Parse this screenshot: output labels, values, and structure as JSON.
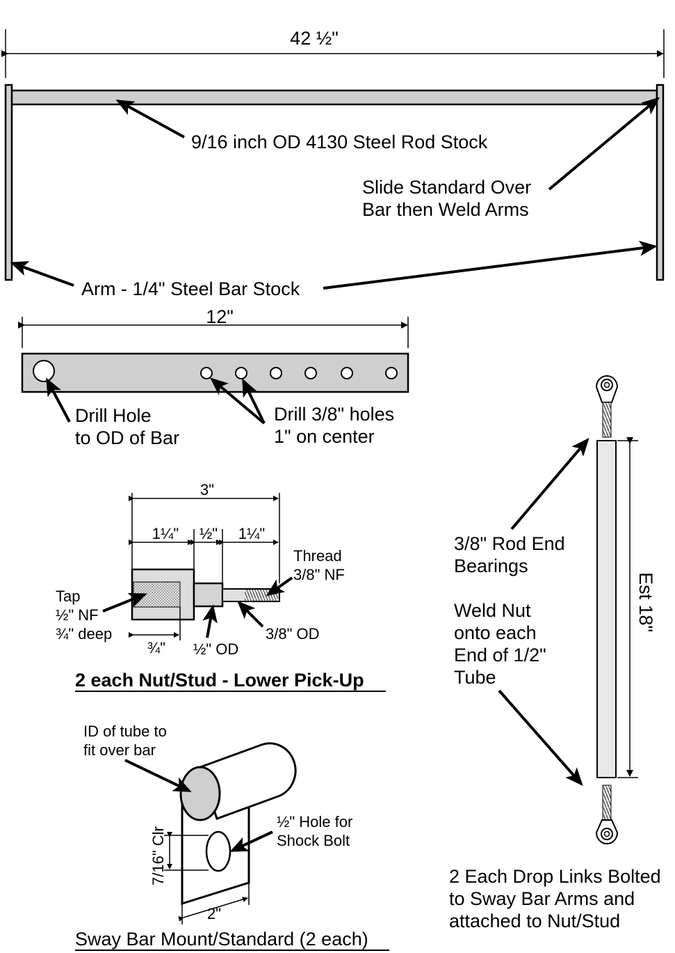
{
  "sway_bar": {
    "overall_length": "42 ½\"",
    "rod_label": "9/16 inch OD 4130 Steel Rod Stock",
    "slide_note_line1": "Slide Standard Over",
    "slide_note_line2": "Bar then Weld Arms",
    "arm_label": "Arm - 1/4\" Steel Bar Stock"
  },
  "arm": {
    "length": "12\"",
    "drill_hole_line1": "Drill Hole",
    "drill_hole_line2": "to OD of Bar",
    "holes_line1": "Drill 3/8\" holes",
    "holes_line2": "1\" on center"
  },
  "nut_stud": {
    "overall": "3\"",
    "seg1": "1¼\"",
    "seg2": "½\"",
    "seg3": "1¼\"",
    "thread_line1": "Thread",
    "thread_line2": "3/8\" NF",
    "tap_line1": "Tap",
    "tap_line2": "½\" NF",
    "tap_line3": "¾\" deep",
    "depth": "¾\"",
    "mid_od": "½\" OD",
    "stud_od": "3/8\" OD",
    "title": "2 each Nut/Stud - Lower Pick-Up"
  },
  "mount": {
    "tube_line1": "ID of tube to",
    "tube_line2": "fit over bar",
    "hole_line1": "½\" Hole for",
    "hole_line2": "Shock Bolt",
    "clearance": "7/16\" Clr",
    "width": "2\"",
    "title": "Sway Bar Mount/Standard (2 each)"
  },
  "drop_link": {
    "bearings_line1": "3/8\" Rod End",
    "bearings_line2": "Bearings",
    "weld_line1": "Weld Nut",
    "weld_line2": "onto each",
    "weld_line3": "End of 1/2\"",
    "weld_line4": "Tube",
    "length": "Est 18\"",
    "caption_line1": "2 Each Drop Links Bolted",
    "caption_line2": "to Sway Bar Arms and",
    "caption_line3": "attached to Nut/Stud"
  }
}
